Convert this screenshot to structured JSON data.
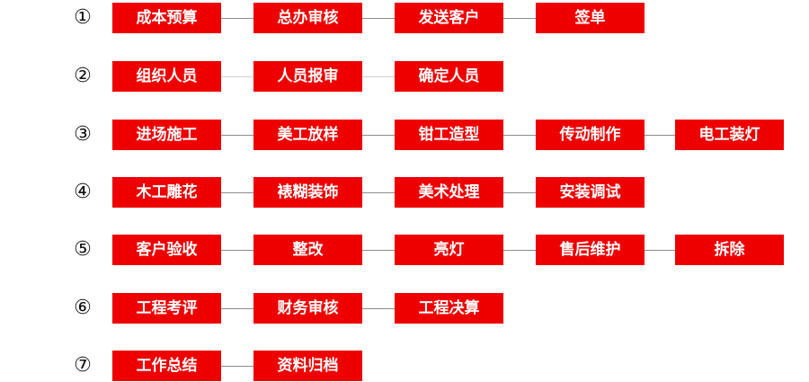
{
  "theme": {
    "box_color": "#ee0000",
    "box_text_color": "#ffffff",
    "connector_color": "#8c8c8c"
  },
  "rows": [
    {
      "number": "①",
      "steps": [
        "成本预算",
        "总办审核",
        "发送客户",
        "签单"
      ]
    },
    {
      "number": "②",
      "steps": [
        "组织人员",
        "人员报审",
        "确定人员"
      ]
    },
    {
      "number": "③",
      "steps": [
        "进场施工",
        "美工放样",
        "钳工造型",
        "传动制作",
        "电工装灯"
      ]
    },
    {
      "number": "④",
      "steps": [
        "木工雕花",
        "裱糊装饰",
        "美术处理",
        "安装调试"
      ]
    },
    {
      "number": "⑤",
      "steps": [
        "客户验收",
        "整改",
        "亮灯",
        "售后维护",
        "拆除"
      ]
    },
    {
      "number": "⑥",
      "steps": [
        "工程考评",
        "财务审核",
        "工程决算"
      ]
    },
    {
      "number": "⑦",
      "steps": [
        "工作总结",
        "资料归档"
      ]
    }
  ]
}
